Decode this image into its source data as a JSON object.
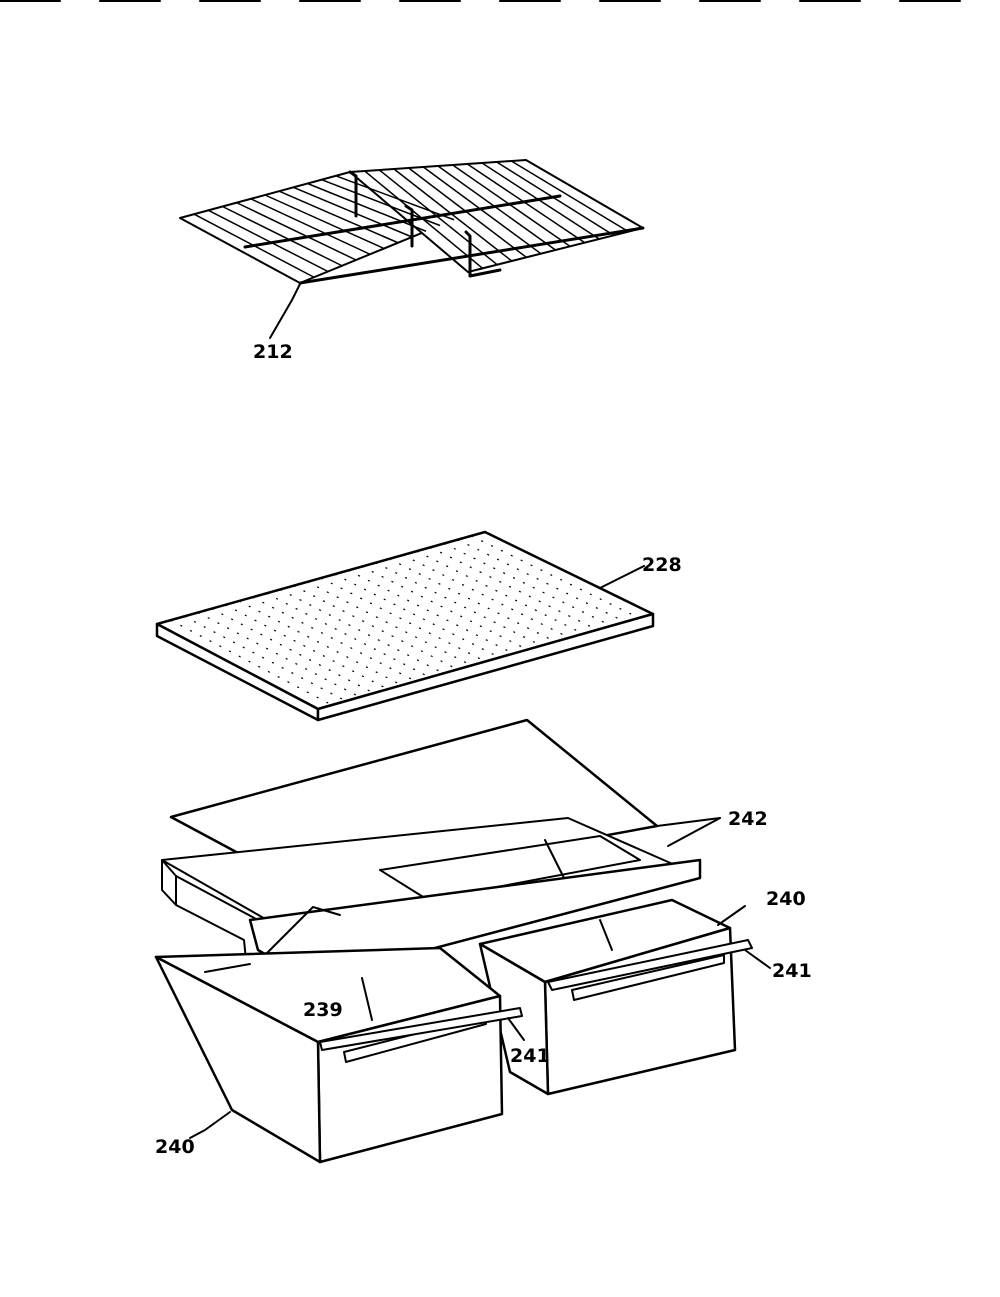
{
  "diagram": {
    "part_labels": {
      "p212": "212",
      "p228": "228",
      "p242": "242",
      "p240_right": "240",
      "p241_right": "241",
      "p239": "239",
      "p241_left": "241",
      "p240_left": "240"
    },
    "colors": {
      "ink": "#000000",
      "paper": "#ffffff"
    }
  }
}
